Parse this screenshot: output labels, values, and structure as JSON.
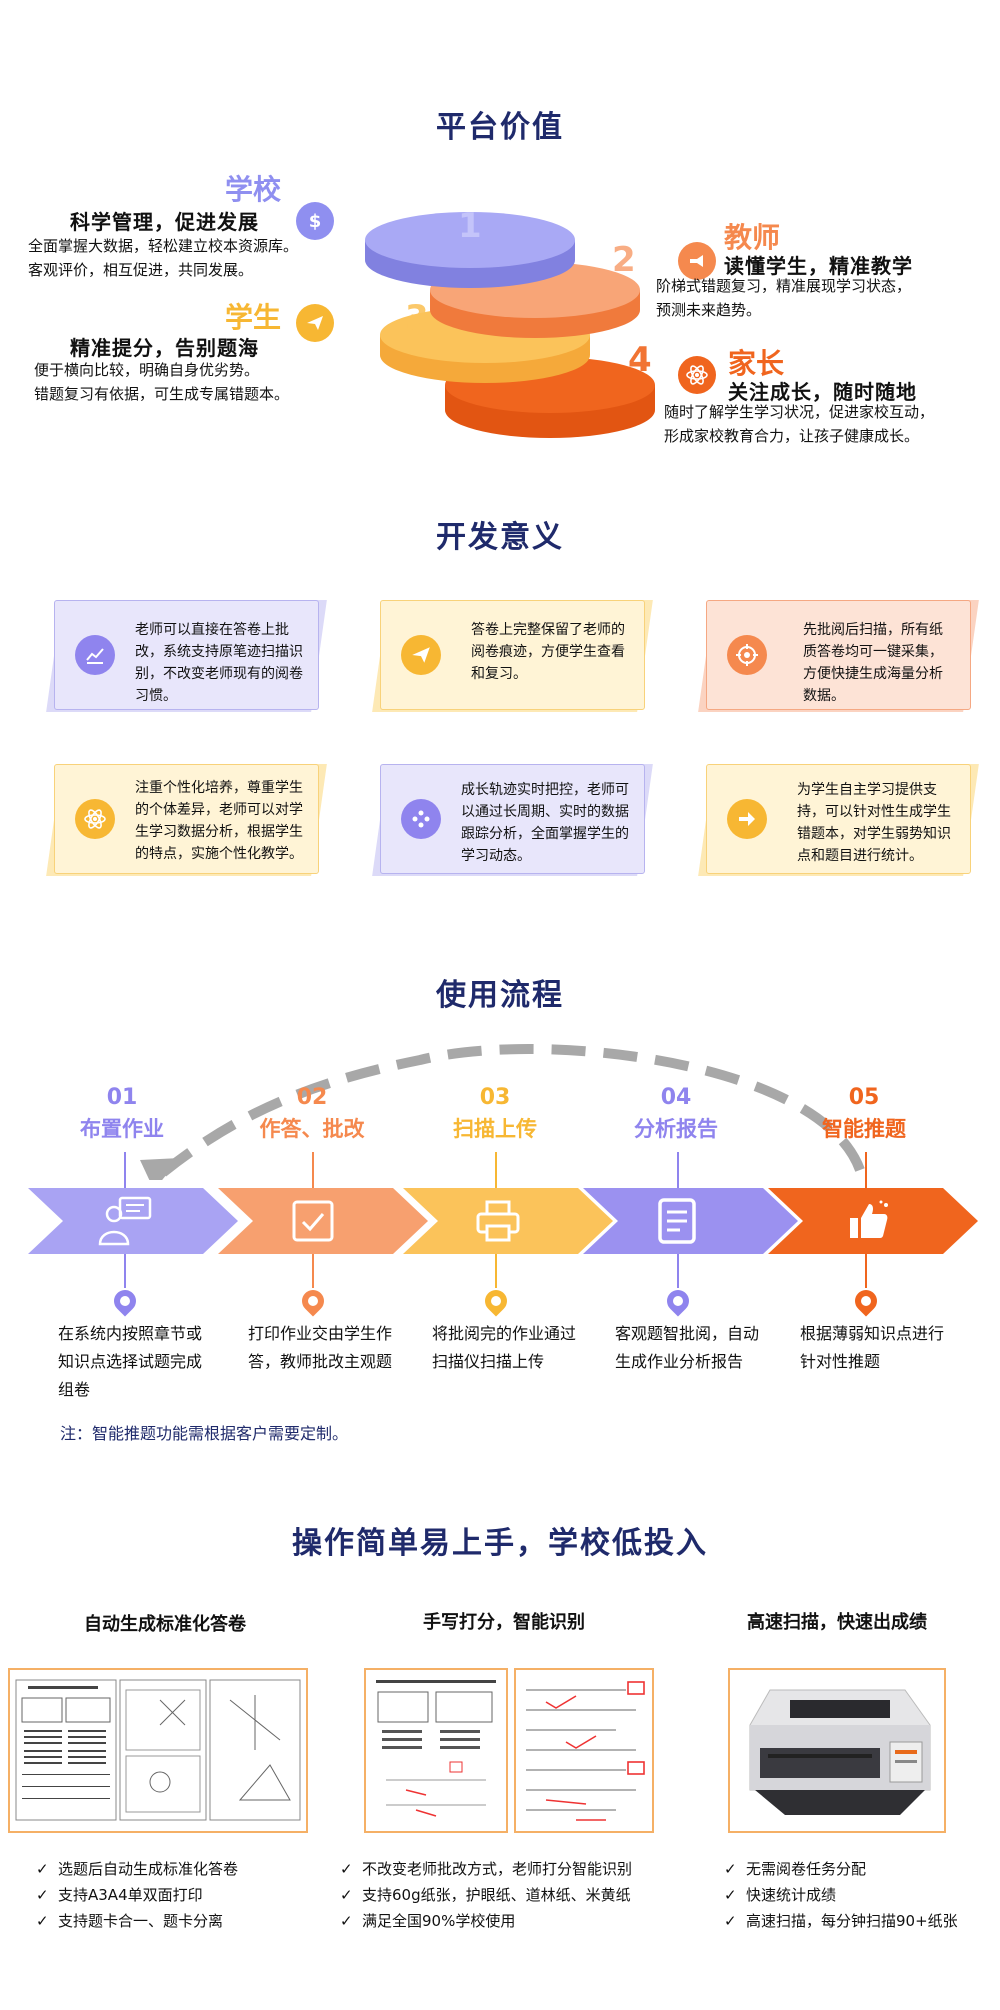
{
  "sections": {
    "value_title": "平台价值",
    "meaning_title": "开发意义",
    "flow_title": "使用流程",
    "easy_title": "操作简单易上手，学校低投入"
  },
  "value": {
    "school": {
      "title": "学校",
      "subtitle": "科学管理，促进发展",
      "lines": [
        "全面掌握大数据，轻松建立校本资源库。",
        "客观评价，相互促进，共同发展。"
      ]
    },
    "student": {
      "title": "学生",
      "subtitle": "精准提分，告别题海",
      "lines": [
        "便于横向比较，明确自身优劣势。",
        "错题复习有依据，可生成专属错题本。"
      ]
    },
    "teacher": {
      "title": "教师",
      "subtitle": "读懂学生，精准教学",
      "lines": [
        "阶梯式错题复习，精准展现学习状态，",
        "预测未来趋势。"
      ]
    },
    "parent": {
      "title": "家长",
      "subtitle": "关注成长，随时随地",
      "lines": [
        "随时了解学生学习状况，促进家校互动，",
        "形成家校教育合力，让孩子健康成长。"
      ]
    },
    "disk_numbers": [
      "1",
      "2",
      "3",
      "4"
    ],
    "colors": {
      "school": "#8f8ff0",
      "student": "#f7b733",
      "teacher": "#f5894e",
      "parent": "#f0651e"
    }
  },
  "meaning": {
    "cards": [
      {
        "text": "老师可以直接在答卷上批改，系统支持原笔迹扫描识别，不改变老师现有的阅卷习惯。",
        "icon": "chart-icon"
      },
      {
        "text": "答卷上完整保留了老师的阅卷痕迹，方便学生查看和复习。",
        "icon": "paper-plane-icon"
      },
      {
        "text": "先批阅后扫描，所有纸质答卷均可一键采集，方便快捷生成海量分析数据。",
        "icon": "target-icon"
      },
      {
        "text": "注重个性化培养，尊重学生的个体差异，老师可以对学生学习数据分析，根据学生的特点，实施个性化教学。",
        "icon": "atom-icon"
      },
      {
        "text": "成长轨迹实时把控，老师可以通过长周期、实时的数据跟踪分析，全面掌握学生的学习动态。",
        "icon": "film-reel-icon"
      },
      {
        "text": "为学生自主学习提供支持，可以针对性生成学生错题本，对学生弱势知识点和题目进行统计。",
        "icon": "arrow-right-icon"
      }
    ]
  },
  "flow": {
    "steps": [
      {
        "num": "01",
        "name": "布置作业",
        "desc": "在系统内按照章节或知识点选择试题完成组卷",
        "color": "#8f84ee"
      },
      {
        "num": "02",
        "name": "作答、批改",
        "desc": "打印作业交由学生作答，教师批改主观题",
        "color": "#f5894e"
      },
      {
        "num": "03",
        "name": "扫描上传",
        "desc": "将批阅完的作业通过扫描仪扫描上传",
        "color": "#f7b733"
      },
      {
        "num": "04",
        "name": "分析报告",
        "desc": "客观题智批阅，自动生成作业分析报告",
        "color": "#8f84ee"
      },
      {
        "num": "05",
        "name": "智能推题",
        "desc": "根据薄弱知识点进行针对性推题",
        "color": "#f0651e"
      }
    ],
    "note": "注：智能推题功能需根据客户需要定制。"
  },
  "easy": {
    "columns": [
      {
        "title": "自动生成标准化答卷",
        "features": [
          "选题后自动生成标准化答卷",
          "支持A3A4单双面打印",
          "支持题卡合一、题卡分离"
        ]
      },
      {
        "title": "手写打分，智能识别",
        "features": [
          "不改变老师批改方式，老师打分智能识别",
          "支持60g纸张，护眼纸、道林纸、米黄纸",
          "满足全国90%学校使用"
        ]
      },
      {
        "title": "高速扫描，快速出成绩",
        "features": [
          "无需阅卷任务分配",
          "快速统计成绩",
          "高速扫描，每分钟扫描90+纸张"
        ]
      }
    ]
  }
}
